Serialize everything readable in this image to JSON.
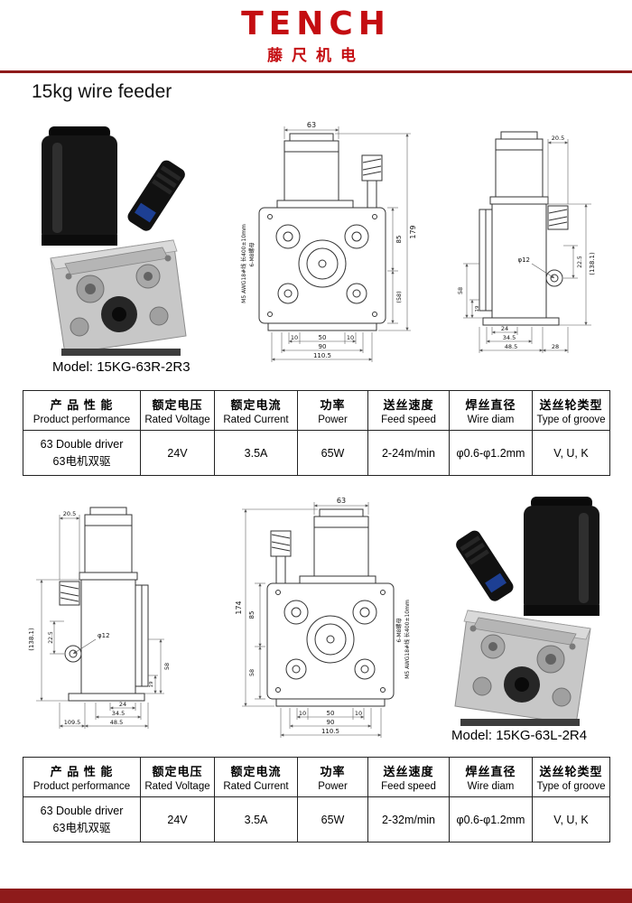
{
  "brand": {
    "name": "TENCH",
    "sub": "藤尺机电",
    "accent": "#c40d11",
    "rule_color": "#8e1b1b"
  },
  "title": "15kg wire feeder",
  "sections": [
    {
      "model": "Model: 15KG-63R-2R3",
      "front": {
        "top_width": "63",
        "total_height": "179",
        "body_height": "85",
        "sub_height": "(58)",
        "bottom_10a": "10",
        "bottom_50": "50",
        "bottom_10b": "10",
        "bottom_90": "90",
        "bottom_overall": "110.5",
        "note_nuts": "6-M8螺母",
        "note_wire": "M5 AWG18#线 长400±10mm"
      },
      "side": {
        "offset_top": "20.5",
        "total_height": "(138.1)",
        "shaft_diam": "φ12",
        "dim_22_5": "22.5",
        "dim_58": "58",
        "dim_19": "19",
        "dim_24": "24",
        "dim_34_5": "34.5",
        "dim_48_5": "48.5",
        "dim_28": "28"
      }
    },
    {
      "model": "Model: 15KG-63L-2R4",
      "side": {
        "offset_top": "20.5",
        "total_height": "(138.1)",
        "shaft_diam": "φ12",
        "dim_22_5": "22.5",
        "dim_58": "58",
        "dim_19": "19",
        "dim_24": "24",
        "dim_34_5": "34.5",
        "dim_48_5": "48.5",
        "dim_109_5": "109.5"
      },
      "front": {
        "top_width": "63",
        "total_height": "174",
        "body_height": "85",
        "sub_height": "58",
        "bottom_10a": "10",
        "bottom_50": "50",
        "bottom_10b": "10",
        "bottom_90": "90",
        "bottom_overall": "110.5",
        "note_nuts": "6-M8螺母",
        "note_wire": "M5 AWG18#线 长400±10mm"
      }
    }
  ],
  "table": {
    "headers": [
      {
        "zh": "产 品 性 能",
        "en": "Product performance"
      },
      {
        "zh": "额定电压",
        "en": "Rated Voltage"
      },
      {
        "zh": "额定电流",
        "en": "Rated Current"
      },
      {
        "zh": "功率",
        "en": "Power"
      },
      {
        "zh": "送丝速度",
        "en": "Feed speed"
      },
      {
        "zh": "焊丝直径",
        "en": "Wire diam"
      },
      {
        "zh": "送丝轮类型",
        "en": "Type of groove"
      }
    ],
    "rows": [
      {
        "product_en": "63 Double driver",
        "product_zh": "63电机双驱",
        "voltage": "24V",
        "current": "3.5A",
        "power": "65W",
        "speed": "2-24m/min",
        "diam": "φ0.6-φ1.2mm",
        "groove": "V, U, K"
      },
      {
        "product_en": "63 Double driver",
        "product_zh": "63电机双驱",
        "voltage": "24V",
        "current": "3.5A",
        "power": "65W",
        "speed": "2-32m/min",
        "diam": "φ0.6-φ1.2mm",
        "groove": "V, U, K"
      }
    ]
  }
}
